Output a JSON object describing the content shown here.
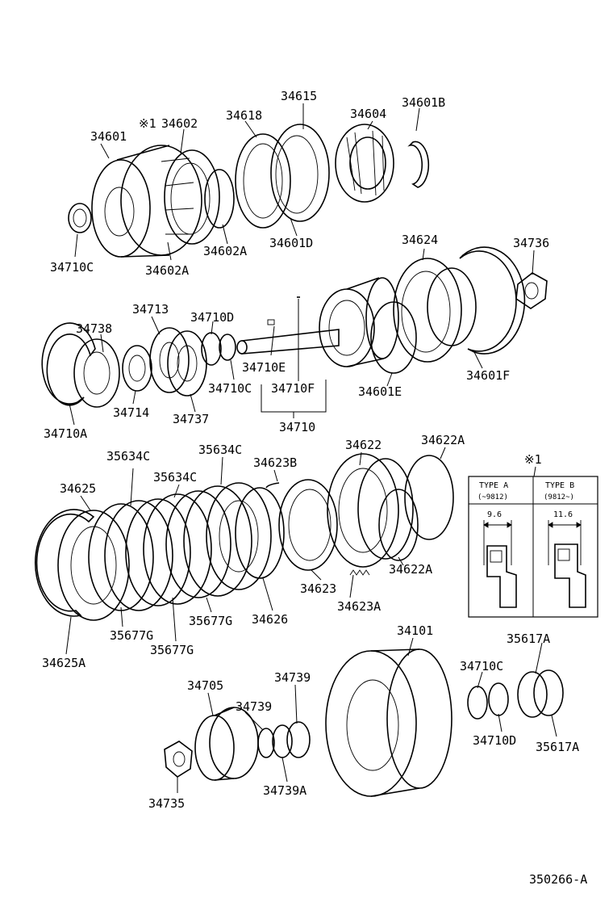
{
  "diagram_code": "350266-A",
  "note_marker": "※1",
  "parts": {
    "p34601": "34601",
    "p34602": "34602",
    "p34602_mark": "※1",
    "p34618": "34618",
    "p34615": "34615",
    "p34604": "34604",
    "p34601B": "34601B",
    "p34710C_a": "34710C",
    "p34602A_a": "34602A",
    "p34602A_b": "34602A",
    "p34601D": "34601D",
    "p34624": "34624",
    "p34736": "34736",
    "p34713": "34713",
    "p34738": "34738",
    "p34710D_a": "34710D",
    "p34710E": "34710E",
    "p34710C_b": "34710C",
    "p34710F": "34710F",
    "p34601E": "34601E",
    "p34601F": "34601F",
    "p34714": "34714",
    "p34737": "34737",
    "p34710": "34710",
    "p34710A": "34710A",
    "p34622": "34622",
    "p34622A_a": "34622A",
    "p35634C_a": "35634C",
    "p35634C_b": "35634C",
    "p35634C_c": "35634C",
    "p34623B": "34623B",
    "p34625": "34625",
    "p34623": "34623",
    "p34622A_b": "34622A",
    "p34623A": "34623A",
    "p35677G_a": "35677G",
    "p35677G_b": "35677G",
    "p35677G_c": "35677G",
    "p34626": "34626",
    "p34625A": "34625A",
    "p34101": "34101",
    "p35617A_a": "35617A",
    "p34705": "34705",
    "p34739_a": "34739",
    "p34739_b": "34739",
    "p34710C_c": "34710C",
    "p34710D_b": "34710D",
    "p35617A_b": "35617A",
    "p34735": "34735",
    "p34739A": "34739A"
  },
  "type_table": {
    "marker": "※1",
    "type_a": {
      "name": "TYPE A",
      "range": "(~9812)",
      "dimension": "9.6"
    },
    "type_b": {
      "name": "TYPE B",
      "range": "(9812~)",
      "dimension": "11.6"
    }
  }
}
